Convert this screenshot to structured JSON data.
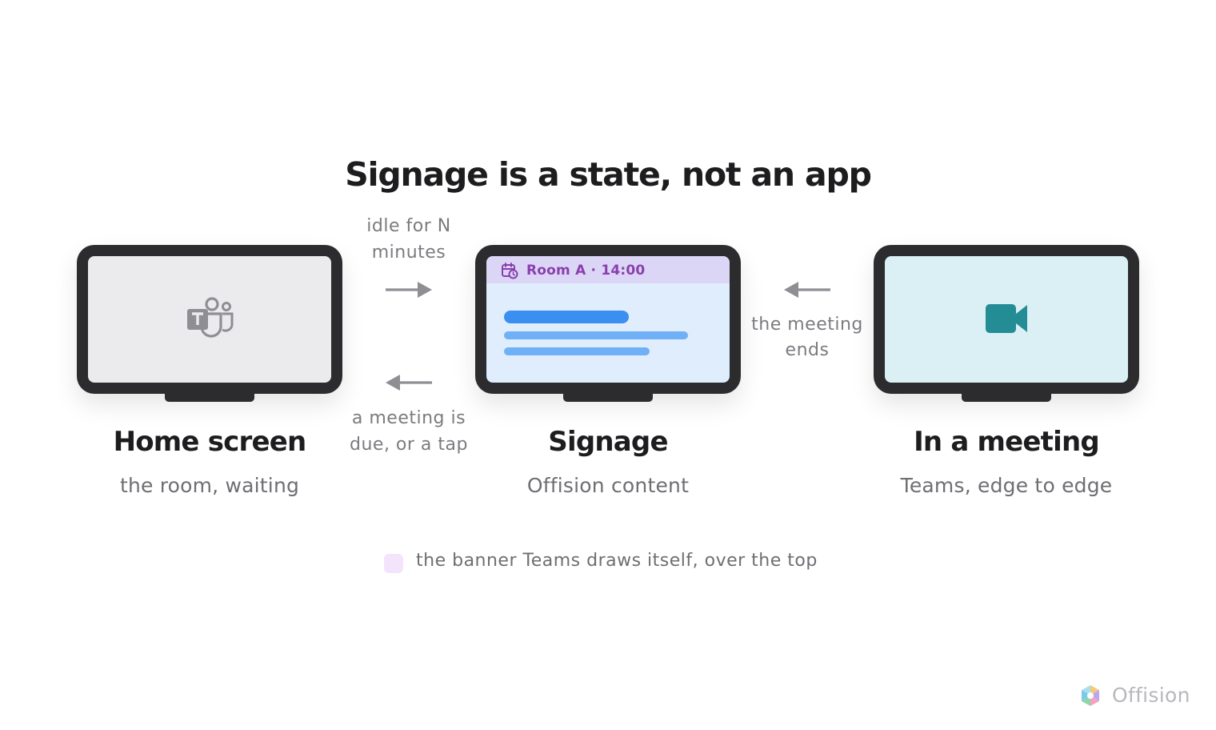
{
  "title": "Signage is a state, not an app",
  "states": [
    {
      "name": "Home screen",
      "subtitle": "the room, waiting",
      "icon": "teams-icon"
    },
    {
      "name": "Signage",
      "subtitle": "Offision content",
      "icon": "calendar-clock-icon",
      "banner": "Room A · 14:00"
    },
    {
      "name": "In a meeting",
      "subtitle": "Teams, edge to edge",
      "icon": "video-camera-icon"
    }
  ],
  "transitions": {
    "home_to_signage": {
      "line1": "idle for N",
      "line2": "minutes"
    },
    "signage_to_home": {
      "line1": "a meeting is",
      "line2": "due, or a tap"
    },
    "meeting_to_signage": {
      "line1": "the meeting",
      "line2": "ends"
    }
  },
  "legend": {
    "text": "the banner Teams draws itself, over the top",
    "color": "#f4e4fb"
  },
  "brand": {
    "name": "Offision"
  },
  "colors": {
    "bezel": "#2c2c2e",
    "home_screen": "#ebebee",
    "signage_screen": "#dfedfd",
    "meeting_screen": "#dbf0f4",
    "banner": "#dcd6f6",
    "banner_text": "#8a3fae",
    "content_bar_primary": "#3a8ff0",
    "content_bar_secondary": "#6fb0f6",
    "camera": "#238c94",
    "arrow": "#8e8e93"
  }
}
